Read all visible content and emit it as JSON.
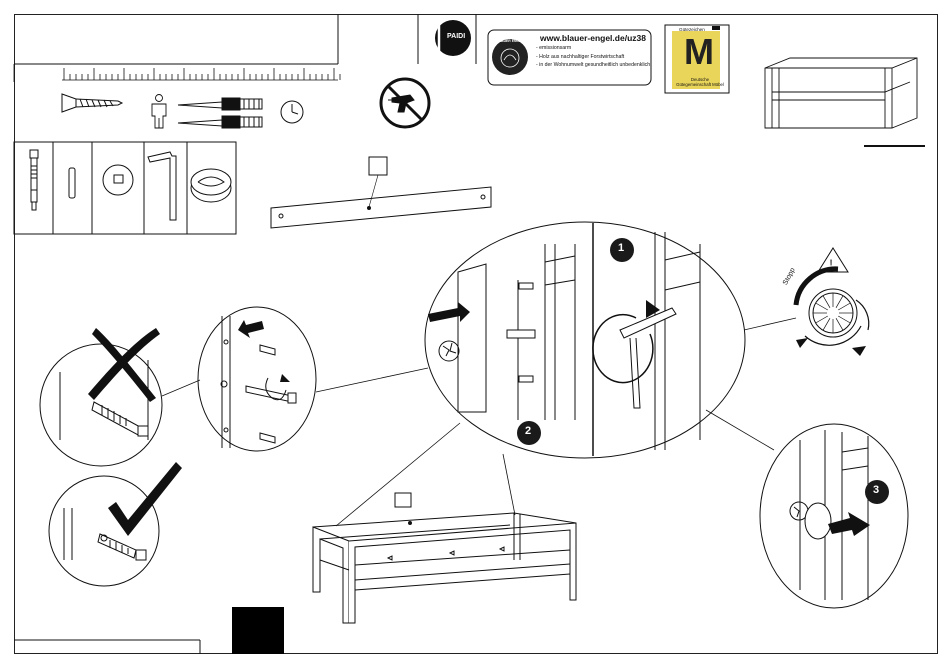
{
  "brand": {
    "logo_text": "PAIDI"
  },
  "blauer_engel": {
    "url": "www.blauer-engel.de/uz38",
    "seal_text": "BLAUER ENGEL",
    "claims": [
      "emissionsarm",
      "Holz aus nachhaltiger Forstwirtschaft",
      "in der Wohnumwelt gesundheitlich unbedenklich"
    ]
  },
  "goldenes_m": {
    "top_label": "Gütezeichen",
    "letter": "M",
    "bottom_label": "Deutsche Gütegemeinschaft Möbel"
  },
  "rotation_label": "Stopp",
  "warning_symbol": "!",
  "step_markers": [
    "1",
    "2",
    "3"
  ],
  "colors": {
    "ink": "#111111",
    "step_fill": "#1a1a1a",
    "paper": "#ffffff"
  }
}
